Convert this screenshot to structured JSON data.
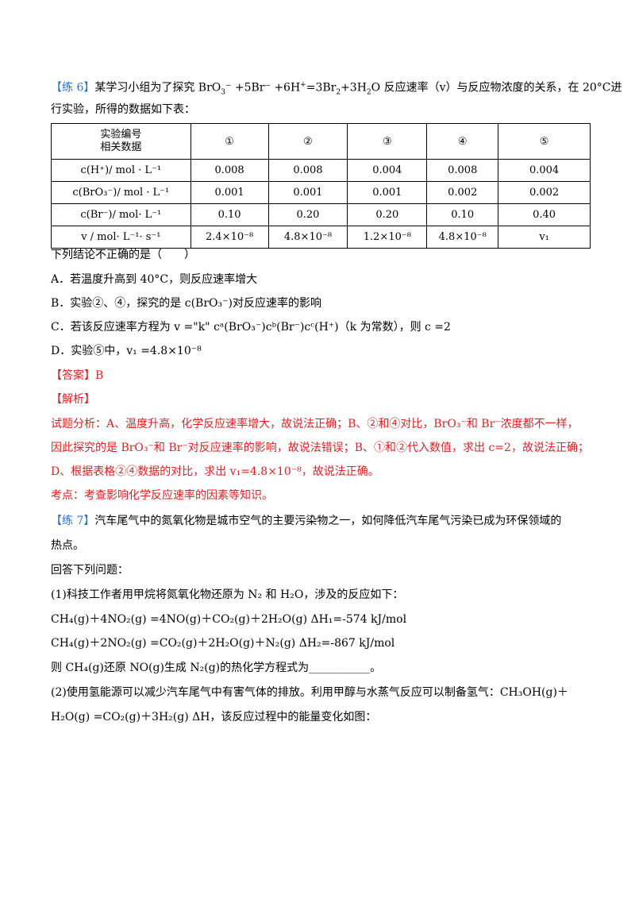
{
  "q6": {
    "tag": "【练 6】",
    "stem_a": "某学习小组为了探究 BrO",
    "stem_b": "3",
    "stem_c": "⁻ +5Br⁻ +6H",
    "stem_d": "+",
    "stem_e": "=3Br",
    "stem_f": "2",
    "stem_g": "+3H",
    "stem_h": "2",
    "stem_i": "O 反应速率（v）与反应物浓度的关系，在 20°C进",
    "stem_line2": "行实验，所得的数据如下表：",
    "table": {
      "header_line1": "实验编号",
      "header_line2": "相关数据",
      "columns": [
        "①",
        "②",
        "③",
        "④",
        "⑤"
      ],
      "rows": [
        {
          "label": "c(H⁺)/ mol · L⁻¹",
          "cells": [
            "0.008",
            "0.008",
            "0.004",
            "0.008",
            "0.004"
          ]
        },
        {
          "label": "c(BrO₃⁻)/ mol · L⁻¹",
          "cells": [
            "0.001",
            "0.001",
            "0.001",
            "0.002",
            "0.002"
          ]
        },
        {
          "label": "c(Br⁻)/ mol· L⁻¹",
          "cells": [
            "0.10",
            "0.20",
            "0.20",
            "0.10",
            "0.40"
          ]
        },
        {
          "label": "v / mol· L⁻¹· s⁻¹",
          "cells": [
            "2.4×10⁻⁸",
            "4.8×10⁻⁸",
            "1.2×10⁻⁸",
            "4.8×10⁻⁸",
            "v₁"
          ]
        }
      ]
    },
    "prompt": "下列结论不正确的是（　　）",
    "option_a": "A．若温度升高到 40°C，则反应速率增大",
    "option_b": "B．实验②、④，探究的是 c(BrO₃⁻)对反应速率的影响",
    "option_c": "C．若该反应速率方程为 v =\"k\" cᵃ(BrO₃⁻)cᵇ(Br⁻)cᶜ(H⁺)（k 为常数），则 c =2",
    "option_d": "D．实验⑤中，v₁ =4.8×10⁻⁸",
    "answer": "【答案】B",
    "analysis_tag": "【解析】",
    "analysis_1": "试题分析：A、温度升高，化学反应速率增大，故说法正确；B、②和④对比，BrO₃⁻和 Br⁻浓度都不一样，",
    "analysis_2": "因此探究的是 BrO₃⁻和 Br⁻对反应速率的影响，故说法错误；B、①和②代入数值，求出 c=2，故说法正确；",
    "analysis_3": "D、根据表格②④数据的对比，求出 v₁=4.8×10⁻⁸，故说法正确。",
    "analysis_4": "考点：考查影响化学反应速率的因素等知识。"
  },
  "q7": {
    "tag": "【练 7】",
    "stem_1": "汽车尾气中的氮氧化物是城市空气的主要污染物之一，如何降低汽车尾气污染已成为环保领域的",
    "stem_2": "热点。",
    "stem_3": "回答下列问题：",
    "p1": "(1)科技工作者用甲烷将氮氧化物还原为  N₂ 和  H₂O，涉及的反应如下：",
    "eq1": "CH₄(g)＋4NO₂(g) =4NO(g)＋CO₂(g)＋2H₂O(g) ΔH₁=-574 kJ/mol",
    "eq2": "CH₄(g)＋2NO₂(g) =CO₂(g)＋2H₂O(g)＋N₂(g) ΔH₂=-867 kJ/mol",
    "p1_ask": "则  CH₄(g)还原  NO(g)生成  N₂(g)的热化学方程式为___________。",
    "p2_1": "(2)使用氢能源可以减少汽车尾气中有害气体的排放。利用甲醇与水蒸气反应可以制备氢气：CH₃OH(g)＋",
    "p2_2": "H₂O(g) =CO₂(g)＋3H₂(g) ΔH，该反应过程中的能量变化如图："
  }
}
